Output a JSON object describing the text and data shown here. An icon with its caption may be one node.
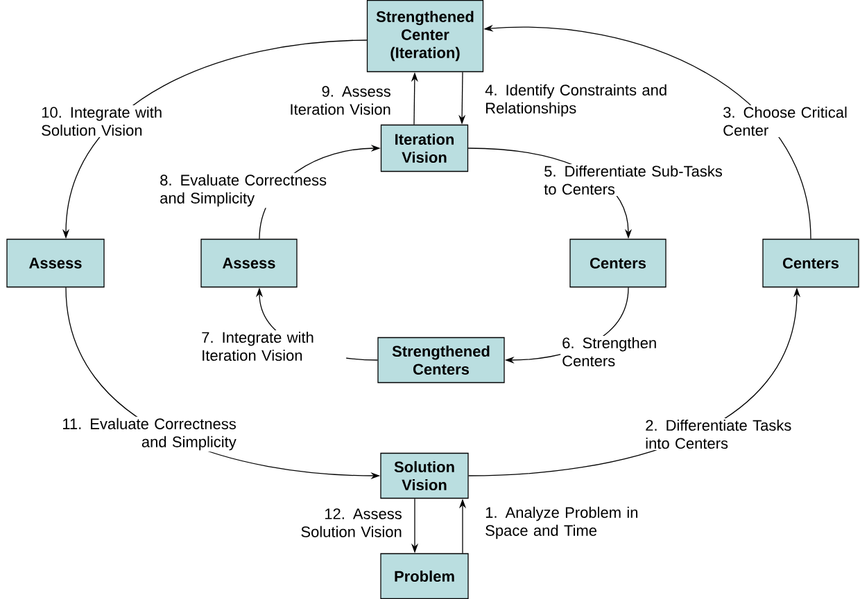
{
  "diagram": {
    "nodes": [
      {
        "text": [
          "Strengthened Center (Iteration)"
        ]
      },
      {
        "text": [
          "Iteration Vision"
        ]
      },
      {
        "text": [
          "Assess"
        ]
      },
      {
        "text": [
          "Assess"
        ]
      },
      {
        "text": [
          "Centers"
        ]
      },
      {
        "text": [
          "Centers"
        ]
      },
      {
        "text": [
          "Strengthened Centers"
        ]
      },
      {
        "text": [
          "Solution Vision"
        ]
      },
      {
        "text": [
          "Problem"
        ]
      }
    ],
    "edges": [
      {
        "from": 8,
        "to": 7,
        "arrow": "to",
        "label": "1. Analyze Problem in Space and Time"
      },
      {
        "from": 7,
        "to": 5,
        "arrow": "to",
        "label": "2. Differentiate Tasks into Centers"
      },
      {
        "from": 5,
        "to": 0,
        "arrow": "to",
        "label": "3. Choose Critical Center"
      },
      {
        "from": 0,
        "to": 1,
        "arrow": "to",
        "label": "4. Identify Constraints and Relationships"
      },
      {
        "from": 1,
        "to": 4,
        "arrow": "to",
        "label": "5. Differentiate Sub-Tasks to Centers"
      },
      {
        "from": 4,
        "to": 6,
        "arrow": "to",
        "label": "6. Strengthen Centers"
      },
      {
        "from": 6,
        "to": 3,
        "arrow": "to",
        "label": "7. Integrate with Iteration Vision"
      },
      {
        "from": 3,
        "to": 1,
        "arrow": "to",
        "label": "8. Evaluate Correctness and Simplicity"
      },
      {
        "from": 1,
        "to": 0,
        "arrow": "to",
        "label": "9. Assess Iteration Vision"
      },
      {
        "from": 0,
        "to": 2,
        "arrow": "to",
        "label": "10. Integrate with Solution Vision"
      },
      {
        "from": 2,
        "to": 7,
        "arrow": "to",
        "label": "11. Evaluate Correctness and Simplicity"
      },
      {
        "from": 7,
        "to": 8,
        "arrow": "to",
        "label": "12. Assess Solution Vision"
      }
    ]
  }
}
